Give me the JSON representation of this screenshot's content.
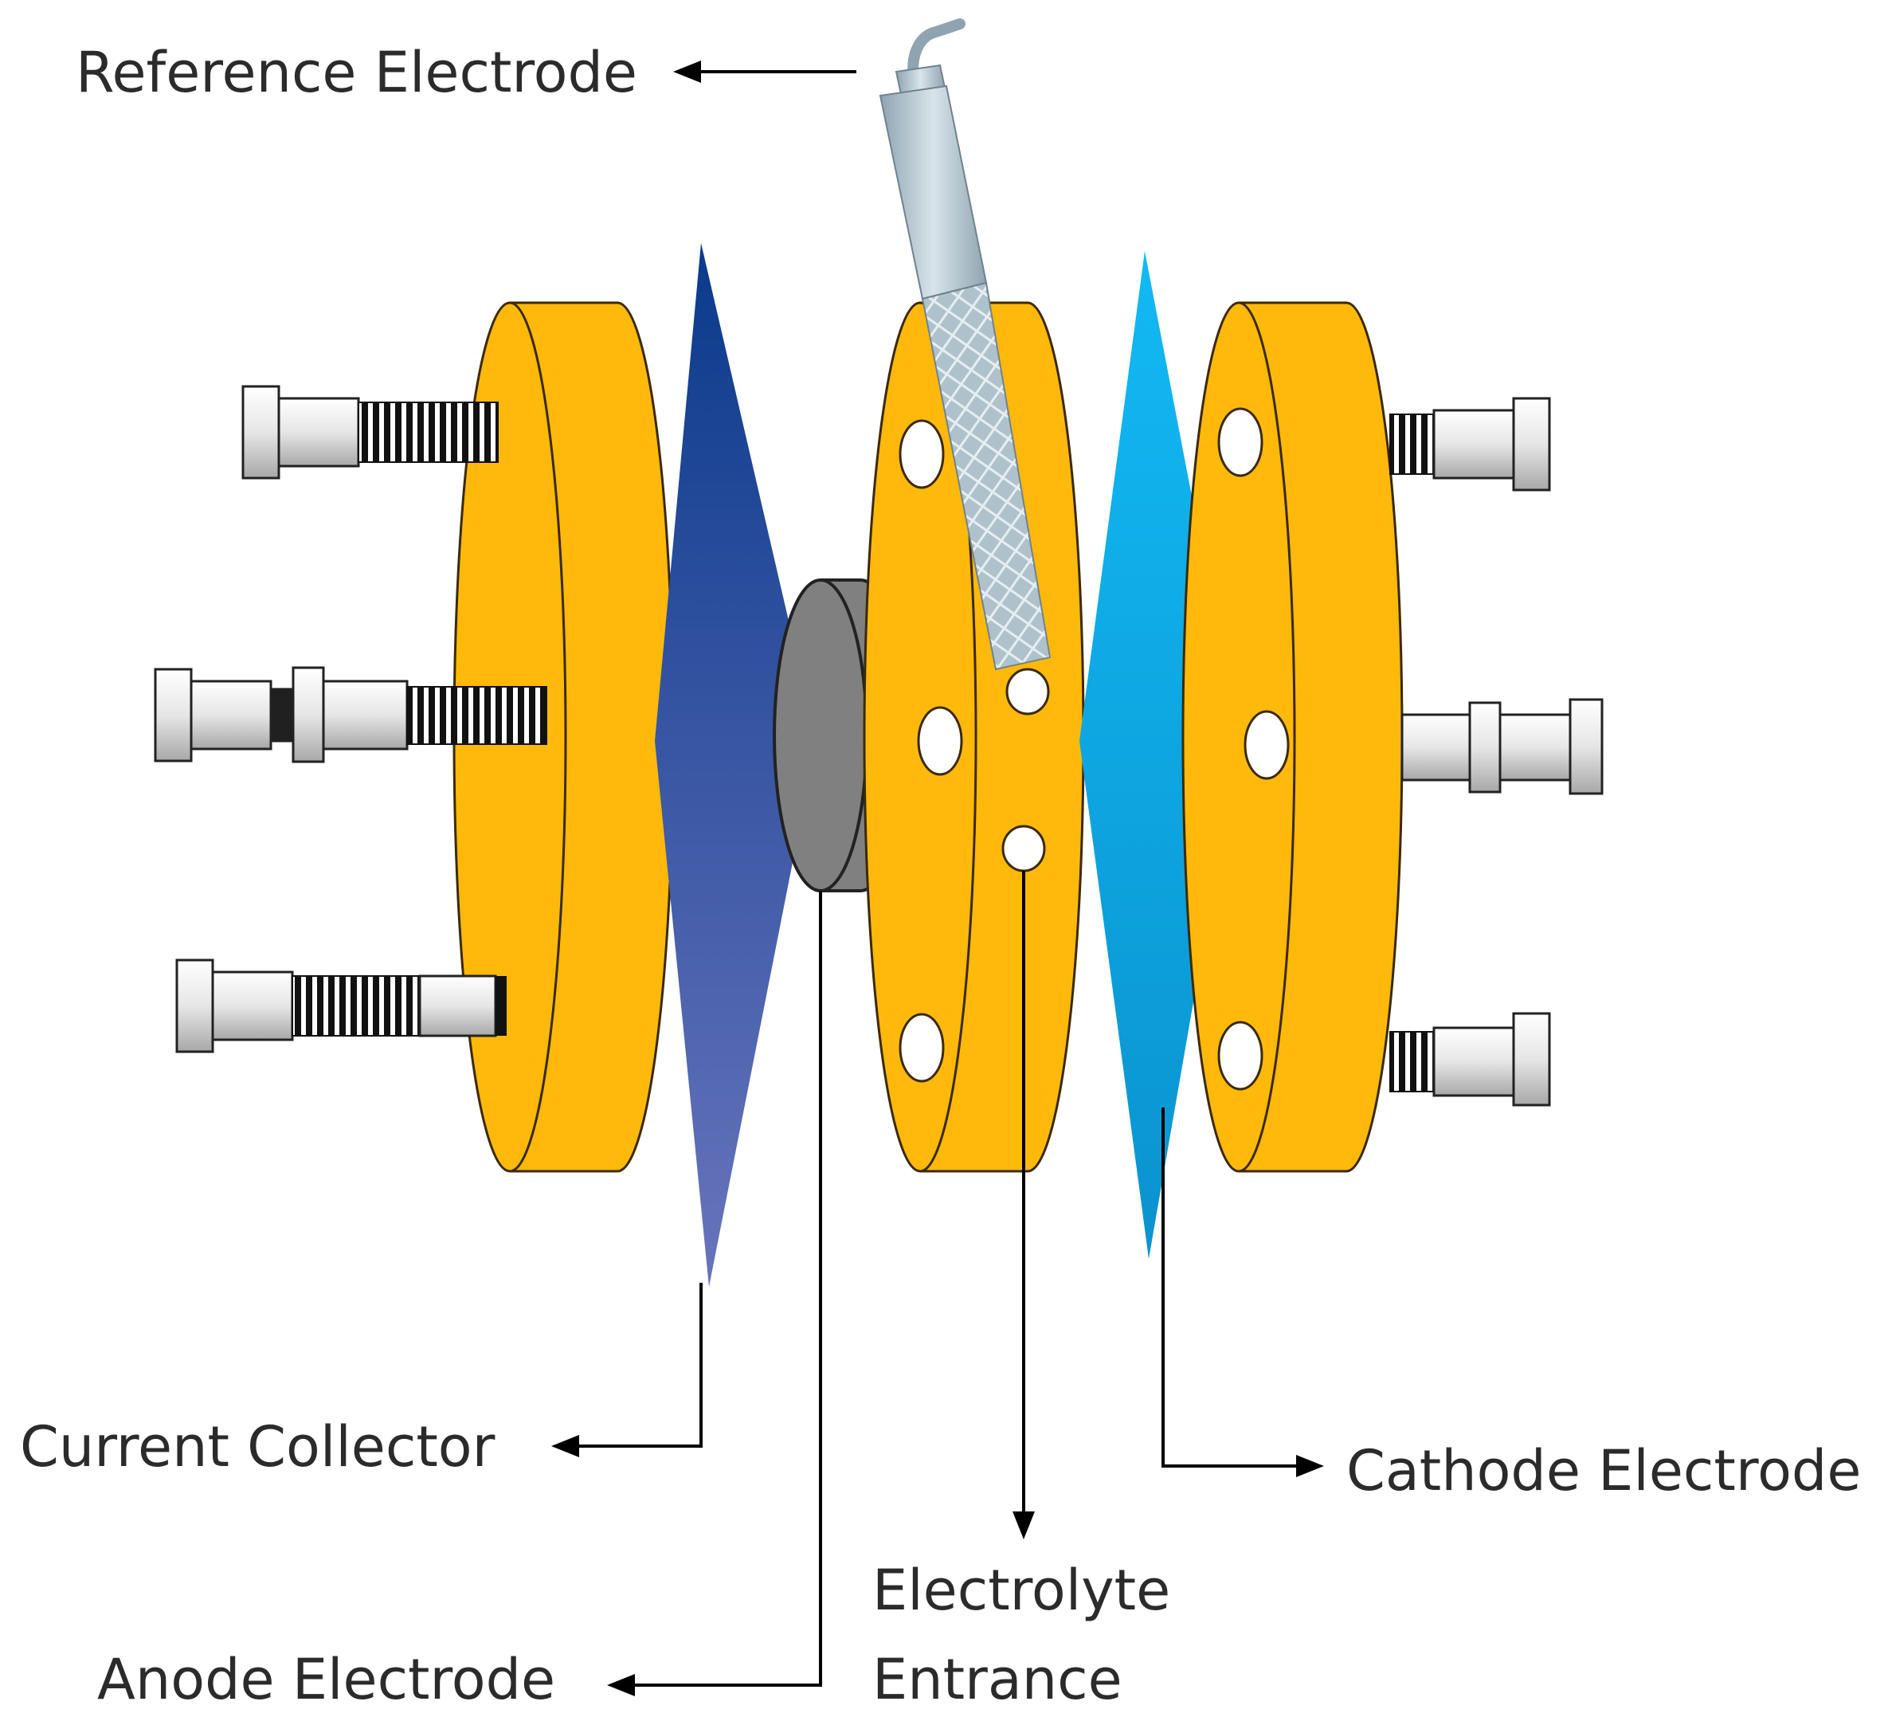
{
  "labels": {
    "reference_electrode": "Reference Electrode",
    "current_collector": "Current Collector",
    "anode_electrode": "Anode Electrode",
    "electrolyte_entrance_line1": "Electrolyte",
    "electrolyte_entrance_line2": "Entrance",
    "cathode_electrode": "Cathode Electrode"
  },
  "colors": {
    "plate": "#FFB90A",
    "current_collector_top": "#0B3A8C",
    "current_collector_bottom": "#6874BC",
    "cathode_top": "#12B9F4",
    "cathode_bottom": "#0A93CF",
    "anode_disc": "#808080",
    "reference_probe": "#B7C8D2",
    "bolt": "#E8E8E8"
  },
  "icons": {
    "bolts": "threaded-bolt-icon",
    "probe": "reference-probe-icon"
  }
}
